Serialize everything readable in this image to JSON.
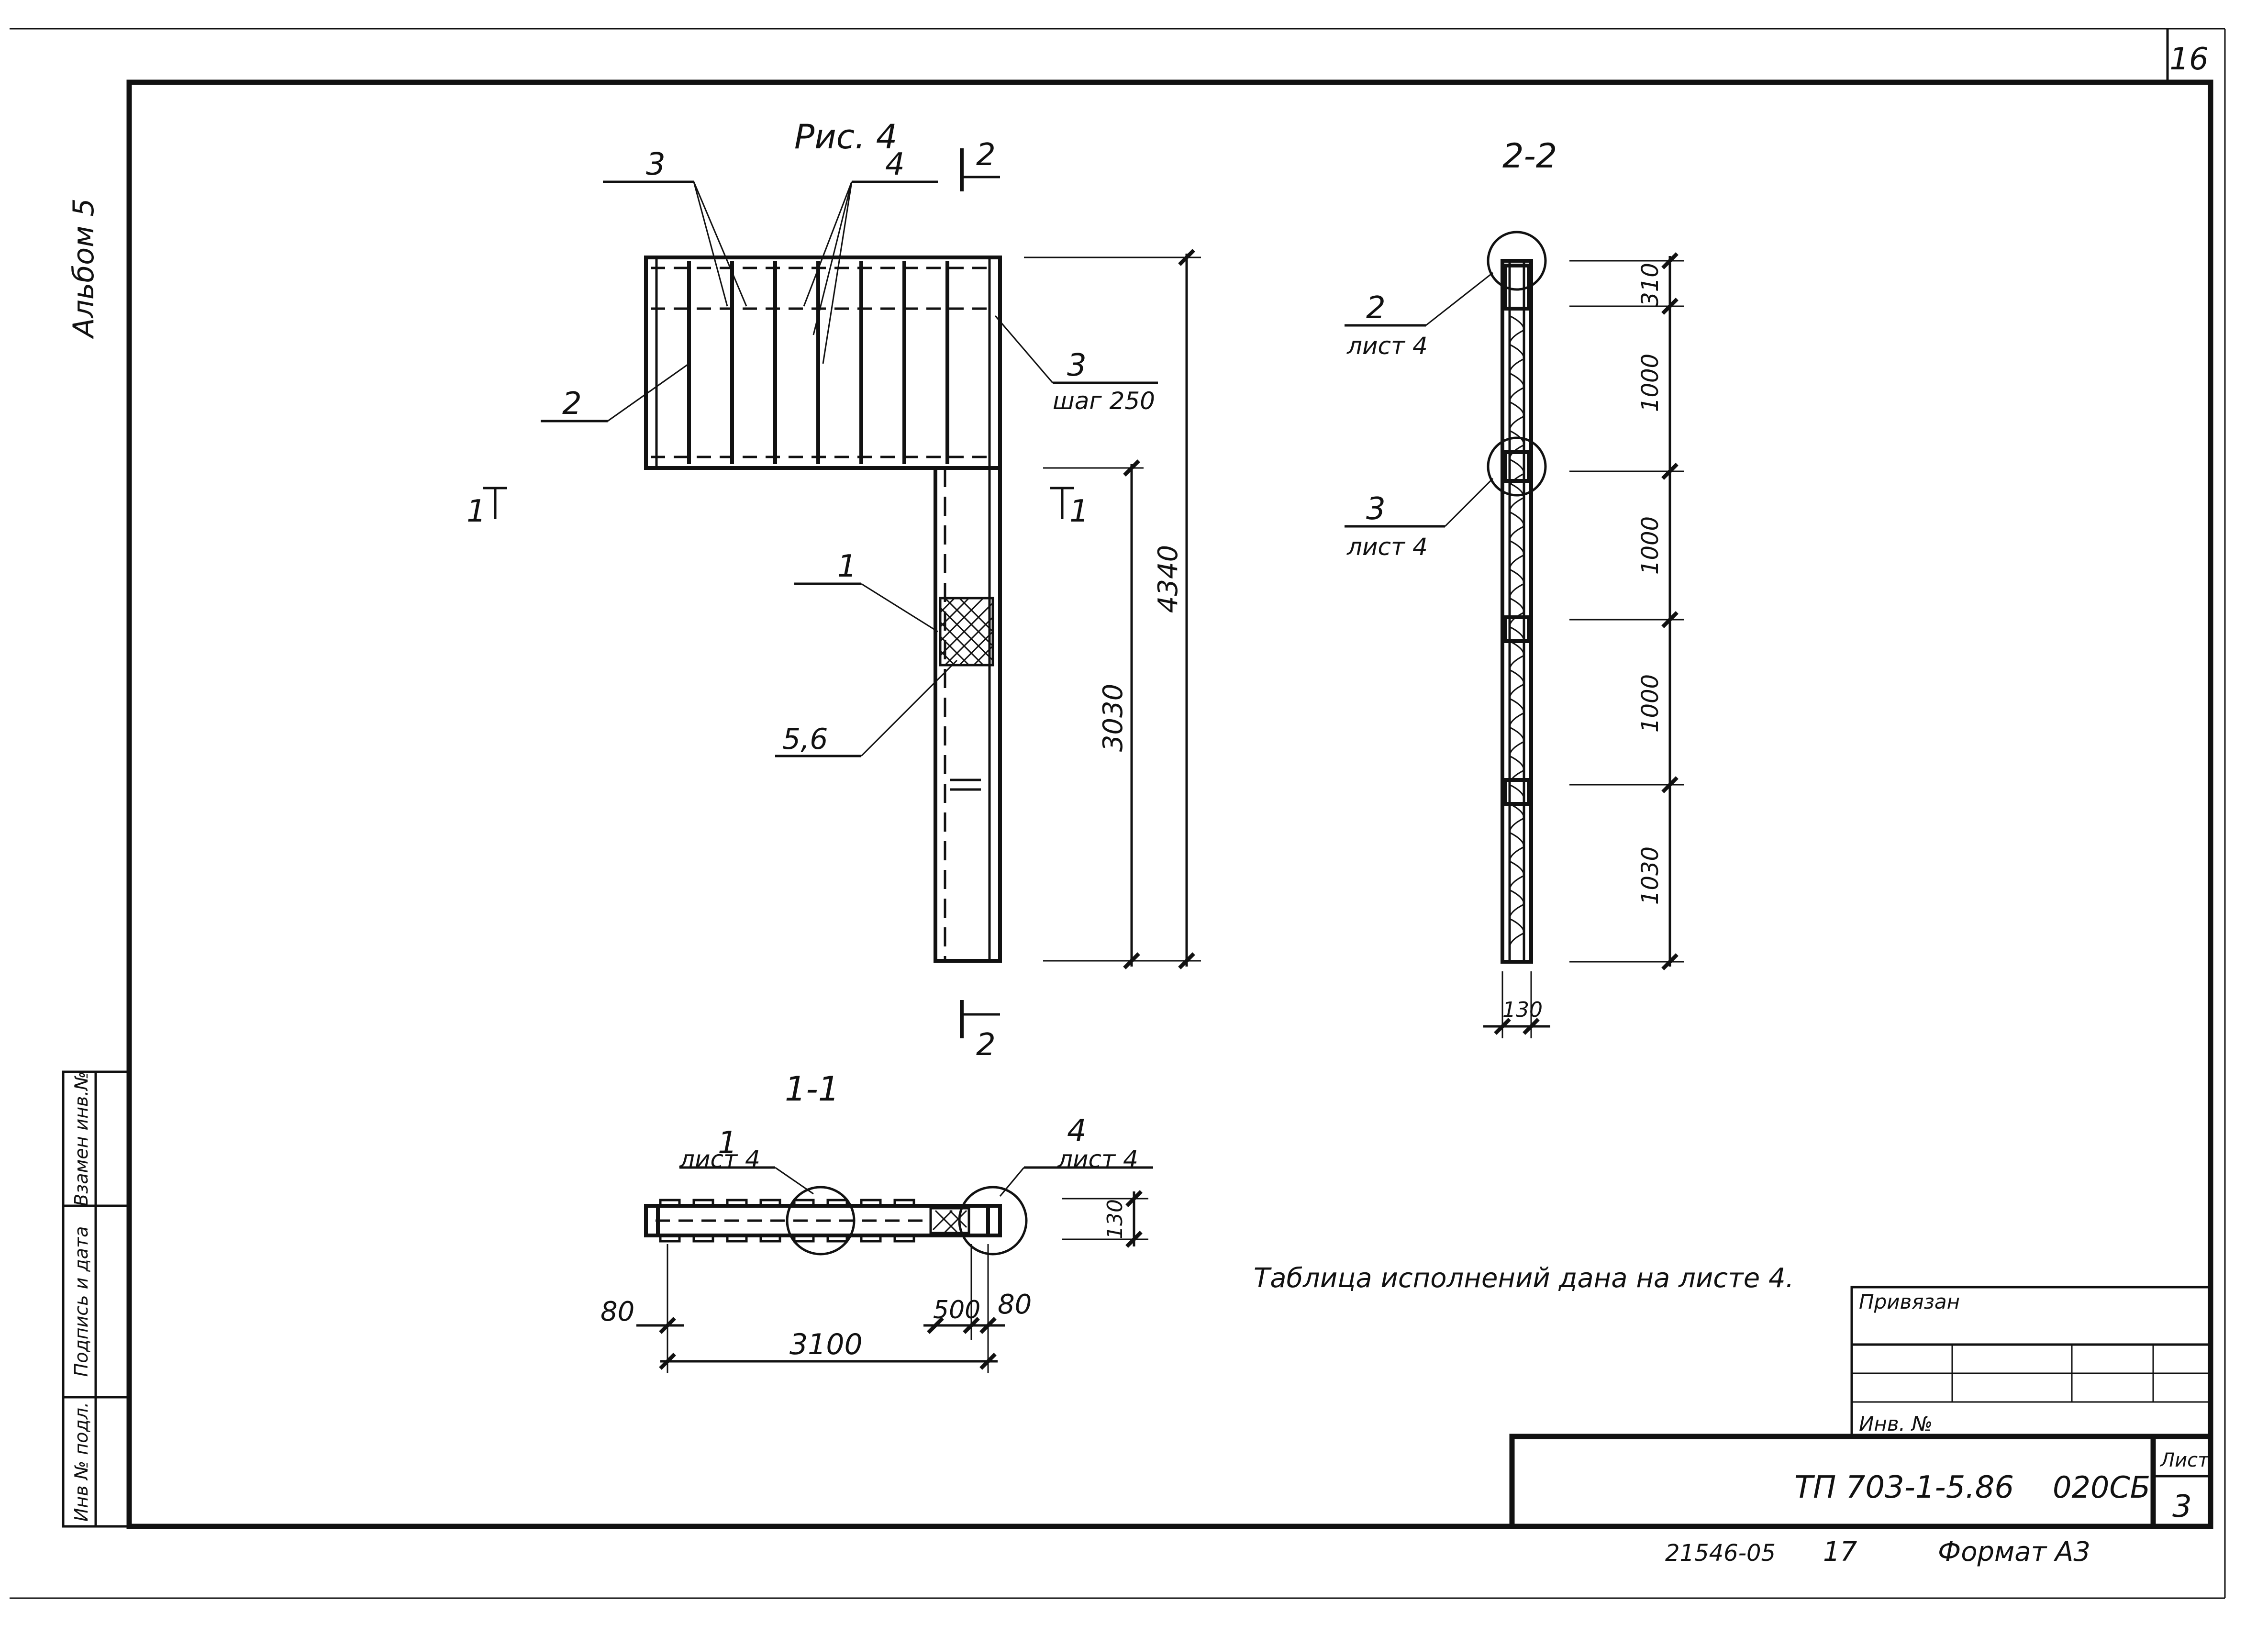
{
  "sheet": {
    "sheet_corner_number": "16",
    "album_label": "Альбом 5",
    "stamp_cells": [
      "Инв № подл.",
      "Подпись и дата",
      "Взамен инв.№"
    ]
  },
  "figure": {
    "title": "Рис. 4",
    "section_marks": [
      "2",
      "2",
      "1",
      "1"
    ],
    "leaders": [
      {
        "num": "3",
        "sub": ""
      },
      {
        "num": "4",
        "sub": ""
      },
      {
        "num": "2",
        "sub": ""
      },
      {
        "num": "3",
        "sub": "шаг 250"
      },
      {
        "num": "1",
        "sub": ""
      },
      {
        "num": "5,6",
        "sub": ""
      }
    ],
    "dims": [
      "4340",
      "3030"
    ]
  },
  "section_2_2": {
    "title": "2-2",
    "callouts": [
      {
        "num": "2",
        "sub": "лист 4"
      },
      {
        "num": "3",
        "sub": "лист 4"
      }
    ],
    "dims": [
      "310",
      "1000",
      "1000",
      "1000",
      "1030"
    ],
    "width_dim": "130"
  },
  "section_1_1": {
    "title": "1-1",
    "callouts": [
      {
        "num": "1",
        "sub": "лист 4"
      },
      {
        "num": "4",
        "sub": "лист 4"
      }
    ],
    "dims": {
      "left": "80",
      "middle": "500",
      "right": "80",
      "overall": "3100",
      "height": "130"
    }
  },
  "note": "Таблица исполнений дана на листе 4.",
  "title_block": {
    "privyazan": "Привязан",
    "inv_no": "Инв. №",
    "doc_code": "ТП 703-1-5.86",
    "doc_suffix": "020СБ",
    "list_label": "Лист",
    "list_number": "3"
  },
  "footer": {
    "order_no": "21546-05",
    "copy_no": "17",
    "format": "Формат А3"
  }
}
